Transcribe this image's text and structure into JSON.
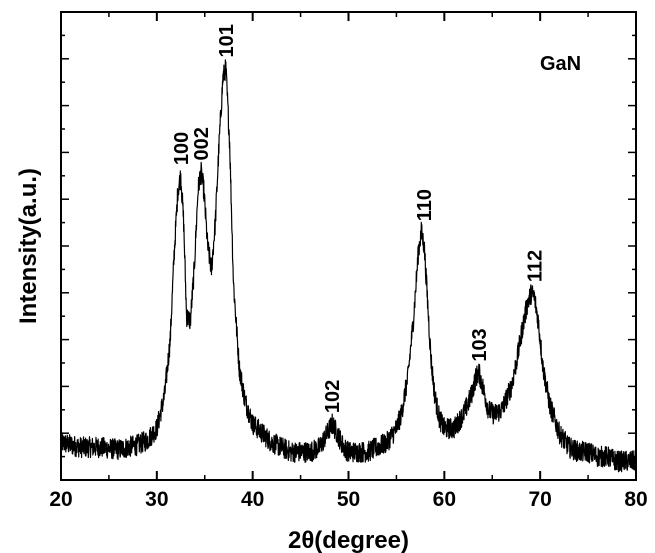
{
  "chart_data": {
    "type": "line",
    "title": "",
    "xlabel": "2θ(degree)",
    "ylabel": "Intensity(a.u.)",
    "xlim": [
      20,
      80
    ],
    "ylim": [
      0,
      1
    ],
    "x_ticks": [
      "20",
      "30",
      "40",
      "50",
      "60",
      "70",
      "80"
    ],
    "y_ticks_labeled": false,
    "grid": false,
    "annotation": "GaN",
    "series": [
      {
        "color": "#000000",
        "x": [
          20,
          22,
          24,
          26,
          28,
          29,
          30,
          30.8,
          31.4,
          31.8,
          32.2,
          32.5,
          32.8,
          33.1,
          33.5,
          33.9,
          34.3,
          34.6,
          34.9,
          35.3,
          35.7,
          36.1,
          36.5,
          36.9,
          37.2,
          37.6,
          38.0,
          38.6,
          39.2,
          40,
          41,
          42,
          43,
          44,
          45,
          46,
          47,
          47.8,
          48.3,
          48.8,
          49.5,
          50,
          51,
          52,
          53,
          54,
          55,
          55.5,
          56.2,
          56.8,
          57.3,
          57.6,
          57.9,
          58.2,
          58.6,
          59.0,
          59.5,
          60,
          61,
          62,
          62.8,
          63.3,
          63.6,
          64.0,
          64.6,
          65.2,
          66,
          67,
          67.6,
          68.2,
          68.7,
          69.1,
          69.4,
          69.8,
          70.3,
          71,
          72,
          73,
          74,
          75,
          76,
          77,
          78,
          79,
          80
        ],
        "y": [
          0.08,
          0.07,
          0.07,
          0.065,
          0.075,
          0.085,
          0.11,
          0.18,
          0.3,
          0.48,
          0.62,
          0.65,
          0.55,
          0.35,
          0.34,
          0.45,
          0.62,
          0.66,
          0.62,
          0.5,
          0.45,
          0.55,
          0.72,
          0.86,
          0.88,
          0.72,
          0.42,
          0.24,
          0.17,
          0.12,
          0.1,
          0.08,
          0.07,
          0.06,
          0.06,
          0.06,
          0.07,
          0.1,
          0.12,
          0.1,
          0.07,
          0.06,
          0.06,
          0.06,
          0.07,
          0.08,
          0.11,
          0.14,
          0.22,
          0.35,
          0.49,
          0.53,
          0.5,
          0.4,
          0.26,
          0.18,
          0.13,
          0.11,
          0.11,
          0.14,
          0.18,
          0.22,
          0.23,
          0.2,
          0.15,
          0.14,
          0.15,
          0.2,
          0.26,
          0.33,
          0.38,
          0.4,
          0.39,
          0.34,
          0.24,
          0.16,
          0.1,
          0.07,
          0.06,
          0.06,
          0.05,
          0.05,
          0.04,
          0.04,
          0.04
        ]
      }
    ],
    "peak_labels": [
      {
        "text": "100",
        "x": 32.5,
        "y": 0.66
      },
      {
        "text": "002",
        "x": 34.6,
        "y": 0.67
      },
      {
        "text": "101",
        "x": 37.2,
        "y": 0.89
      },
      {
        "text": "102",
        "x": 48.3,
        "y": 0.13
      },
      {
        "text": "110",
        "x": 57.9,
        "y": 0.54
      },
      {
        "text": "103",
        "x": 63.6,
        "y": 0.24
      },
      {
        "text": "112",
        "x": 69.4,
        "y": 0.41
      }
    ]
  }
}
